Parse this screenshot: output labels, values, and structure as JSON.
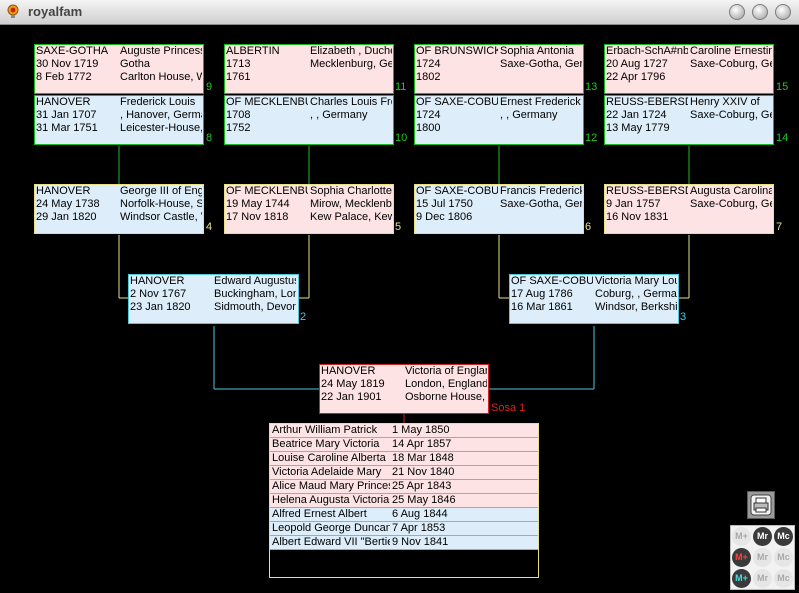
{
  "window": {
    "title": "royalfam"
  },
  "colors": {
    "female": "#fde3e3",
    "male": "#ddeefa",
    "border_green": "#17b817",
    "border_yellow": "#e8e088",
    "border_cyan": "#4fc7dd",
    "border_red": "#cc2222"
  },
  "persons": {
    "p9": {
      "number": "9",
      "surname": "SAXE-GOTHA",
      "given": "Auguste Princess",
      "birth_date": "30 Nov 1719",
      "birth_place": "Gotha",
      "death_date": "8 Feb 1772",
      "death_place": "Carlton House, W"
    },
    "p11": {
      "number": "11",
      "surname": "ALBERTIN",
      "given": "Elizabeth , Duche",
      "birth_date": "1713",
      "birth_place": "Mecklenburg, Ge",
      "death_date": "1761",
      "death_place": ""
    },
    "p13": {
      "number": "13",
      "surname": "OF BRUNSWICK",
      "given": "Sophia Antonia",
      "birth_date": "1724",
      "birth_place": "Saxe-Gotha, Gern",
      "death_date": "1802",
      "death_place": ""
    },
    "p15": {
      "number": "15",
      "surname": "Erbach-SchA#nb",
      "given": "Caroline Ernestine",
      "birth_date": "20 Aug 1727",
      "birth_place": "Saxe-Coburg, Ge",
      "death_date": "22 Apr 1796",
      "death_place": ""
    },
    "p8": {
      "number": "8",
      "surname": "HANOVER",
      "given": "Frederick Louis",
      "birth_date": "31 Jan 1707",
      "birth_place": ", Hanover, Germa",
      "death_date": "31 Mar 1751",
      "death_place": "Leicester-House,"
    },
    "p10": {
      "number": "10",
      "surname": "OF MECKLENBU",
      "given": "Charles Louis Fre",
      "birth_date": "1708",
      "birth_place": ", , Germany",
      "death_date": "1752",
      "death_place": ""
    },
    "p12": {
      "number": "12",
      "surname": "OF SAXE-COBUF",
      "given": "Ernest Frederick",
      "birth_date": "1724",
      "birth_place": ", , Germany",
      "death_date": "1800",
      "death_place": ""
    },
    "p14": {
      "number": "14",
      "surname": "REUSS-EBERSD",
      "given": "Henry XXIV of",
      "birth_date": "22 Jan 1724",
      "birth_place": "Saxe-Coburg, Ge",
      "death_date": "13 May 1779",
      "death_place": ""
    },
    "p4": {
      "number": "4",
      "surname": "HANOVER",
      "given": "George III of Engl",
      "birth_date": "24 May 1738",
      "birth_place": "Norfolk-House, St",
      "death_date": "29 Jan 1820",
      "death_place": "Windsor Castle, V"
    },
    "p5": {
      "number": "5",
      "surname": "OF MECKLENBU",
      "given": "Sophia Charlotte",
      "birth_date": "19 May 1744",
      "birth_place": "Mirow, Mecklenbu",
      "death_date": "17 Nov 1818",
      "death_place": "Kew Palace, Kew"
    },
    "p6": {
      "number": "6",
      "surname": "OF SAXE-COBUF",
      "given": "Francis Frederick",
      "birth_date": "15 Jul 1750",
      "birth_place": "Saxe-Gotha, Gern",
      "death_date": "9 Dec 1806",
      "death_place": ""
    },
    "p7": {
      "number": "7",
      "surname": "REUSS-EBERSD",
      "given": "Augusta Carolina",
      "birth_date": "9 Jan 1757",
      "birth_place": "Saxe-Coburg, Ge",
      "death_date": "16 Nov 1831",
      "death_place": ""
    },
    "p2": {
      "number": "2",
      "surname": "HANOVER",
      "given": "Edward Augustus",
      "birth_date": "2 Nov 1767",
      "birth_place": "Buckingham, Lon",
      "death_date": "23 Jan 1820",
      "death_place": "Sidmouth, Devon"
    },
    "p3": {
      "number": "3",
      "surname": "OF SAXE-COBUF",
      "given": "Victoria Mary Lou",
      "birth_date": "17 Aug 1786",
      "birth_place": "Coburg, , German",
      "death_date": "16 Mar 1861",
      "death_place": "Windsor, Berkshir"
    },
    "p1": {
      "number": "Sosa 1",
      "surname": "HANOVER",
      "given": "Victoria of Englan",
      "birth_date": "24 May 1819",
      "birth_place": "London, England",
      "death_date": "22 Jan 1901",
      "death_place": "Osborne House, I"
    }
  },
  "children": [
    {
      "name": "Arthur William Patrick",
      "date": "1 May 1850"
    },
    {
      "name": "Beatrice Mary Victoria",
      "date": "14 Apr 1857"
    },
    {
      "name": "Louise Caroline Alberta",
      "date": "18 Mar 1848"
    },
    {
      "name": "Victoria Adelaide Mary",
      "date": "21 Nov 1840"
    },
    {
      "name": "Alice Maud Mary Princes",
      "date": "25 Apr 1843"
    },
    {
      "name": "Helena Augusta Victoria",
      "date": "25 May 1846"
    },
    {
      "name": "Alfred Ernest Albert",
      "date": "6 Aug 1844"
    },
    {
      "name": "Leopold George Duncan",
      "date": "7 Apr 1853"
    },
    {
      "name": "Albert Edward VII \"Bertie\"",
      "date": "9 Nov 1841"
    }
  ],
  "memory": {
    "row1": [
      "M+",
      "Mr",
      "Mc"
    ],
    "row2": [
      "M+",
      "Mr",
      "Mc"
    ],
    "row3": [
      "M+",
      "Mr",
      "Mc"
    ]
  }
}
